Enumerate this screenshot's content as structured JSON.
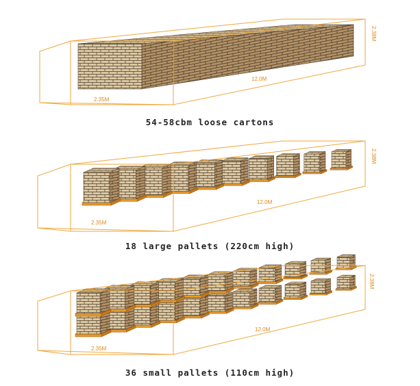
{
  "colors": {
    "outline": "#f0a63a",
    "carton_face": "#dcc9a4",
    "carton_side": "#b39268",
    "carton_top": "#ccb489",
    "brick_line": "#4a3b2a",
    "pallet": "#e69a2e",
    "pallet_dark": "#a55f12",
    "caption": "#222222"
  },
  "panels": [
    {
      "key": "loose",
      "dim_width": "2.35M",
      "dim_length": "12.0M",
      "dim_height": "2.38M",
      "caption": "54-58cbm loose cartons"
    },
    {
      "key": "large",
      "dim_width": "2.35M",
      "dim_length": "12.0M",
      "dim_height": "2.38M",
      "caption": "18 large pallets (220cm high)",
      "pallet_count": 18
    },
    {
      "key": "small",
      "dim_width": "2.35M",
      "dim_length": "12.0M",
      "dim_height": "2.38M",
      "caption": "36 small pallets (110cm high)",
      "pallet_count": 36
    }
  ]
}
